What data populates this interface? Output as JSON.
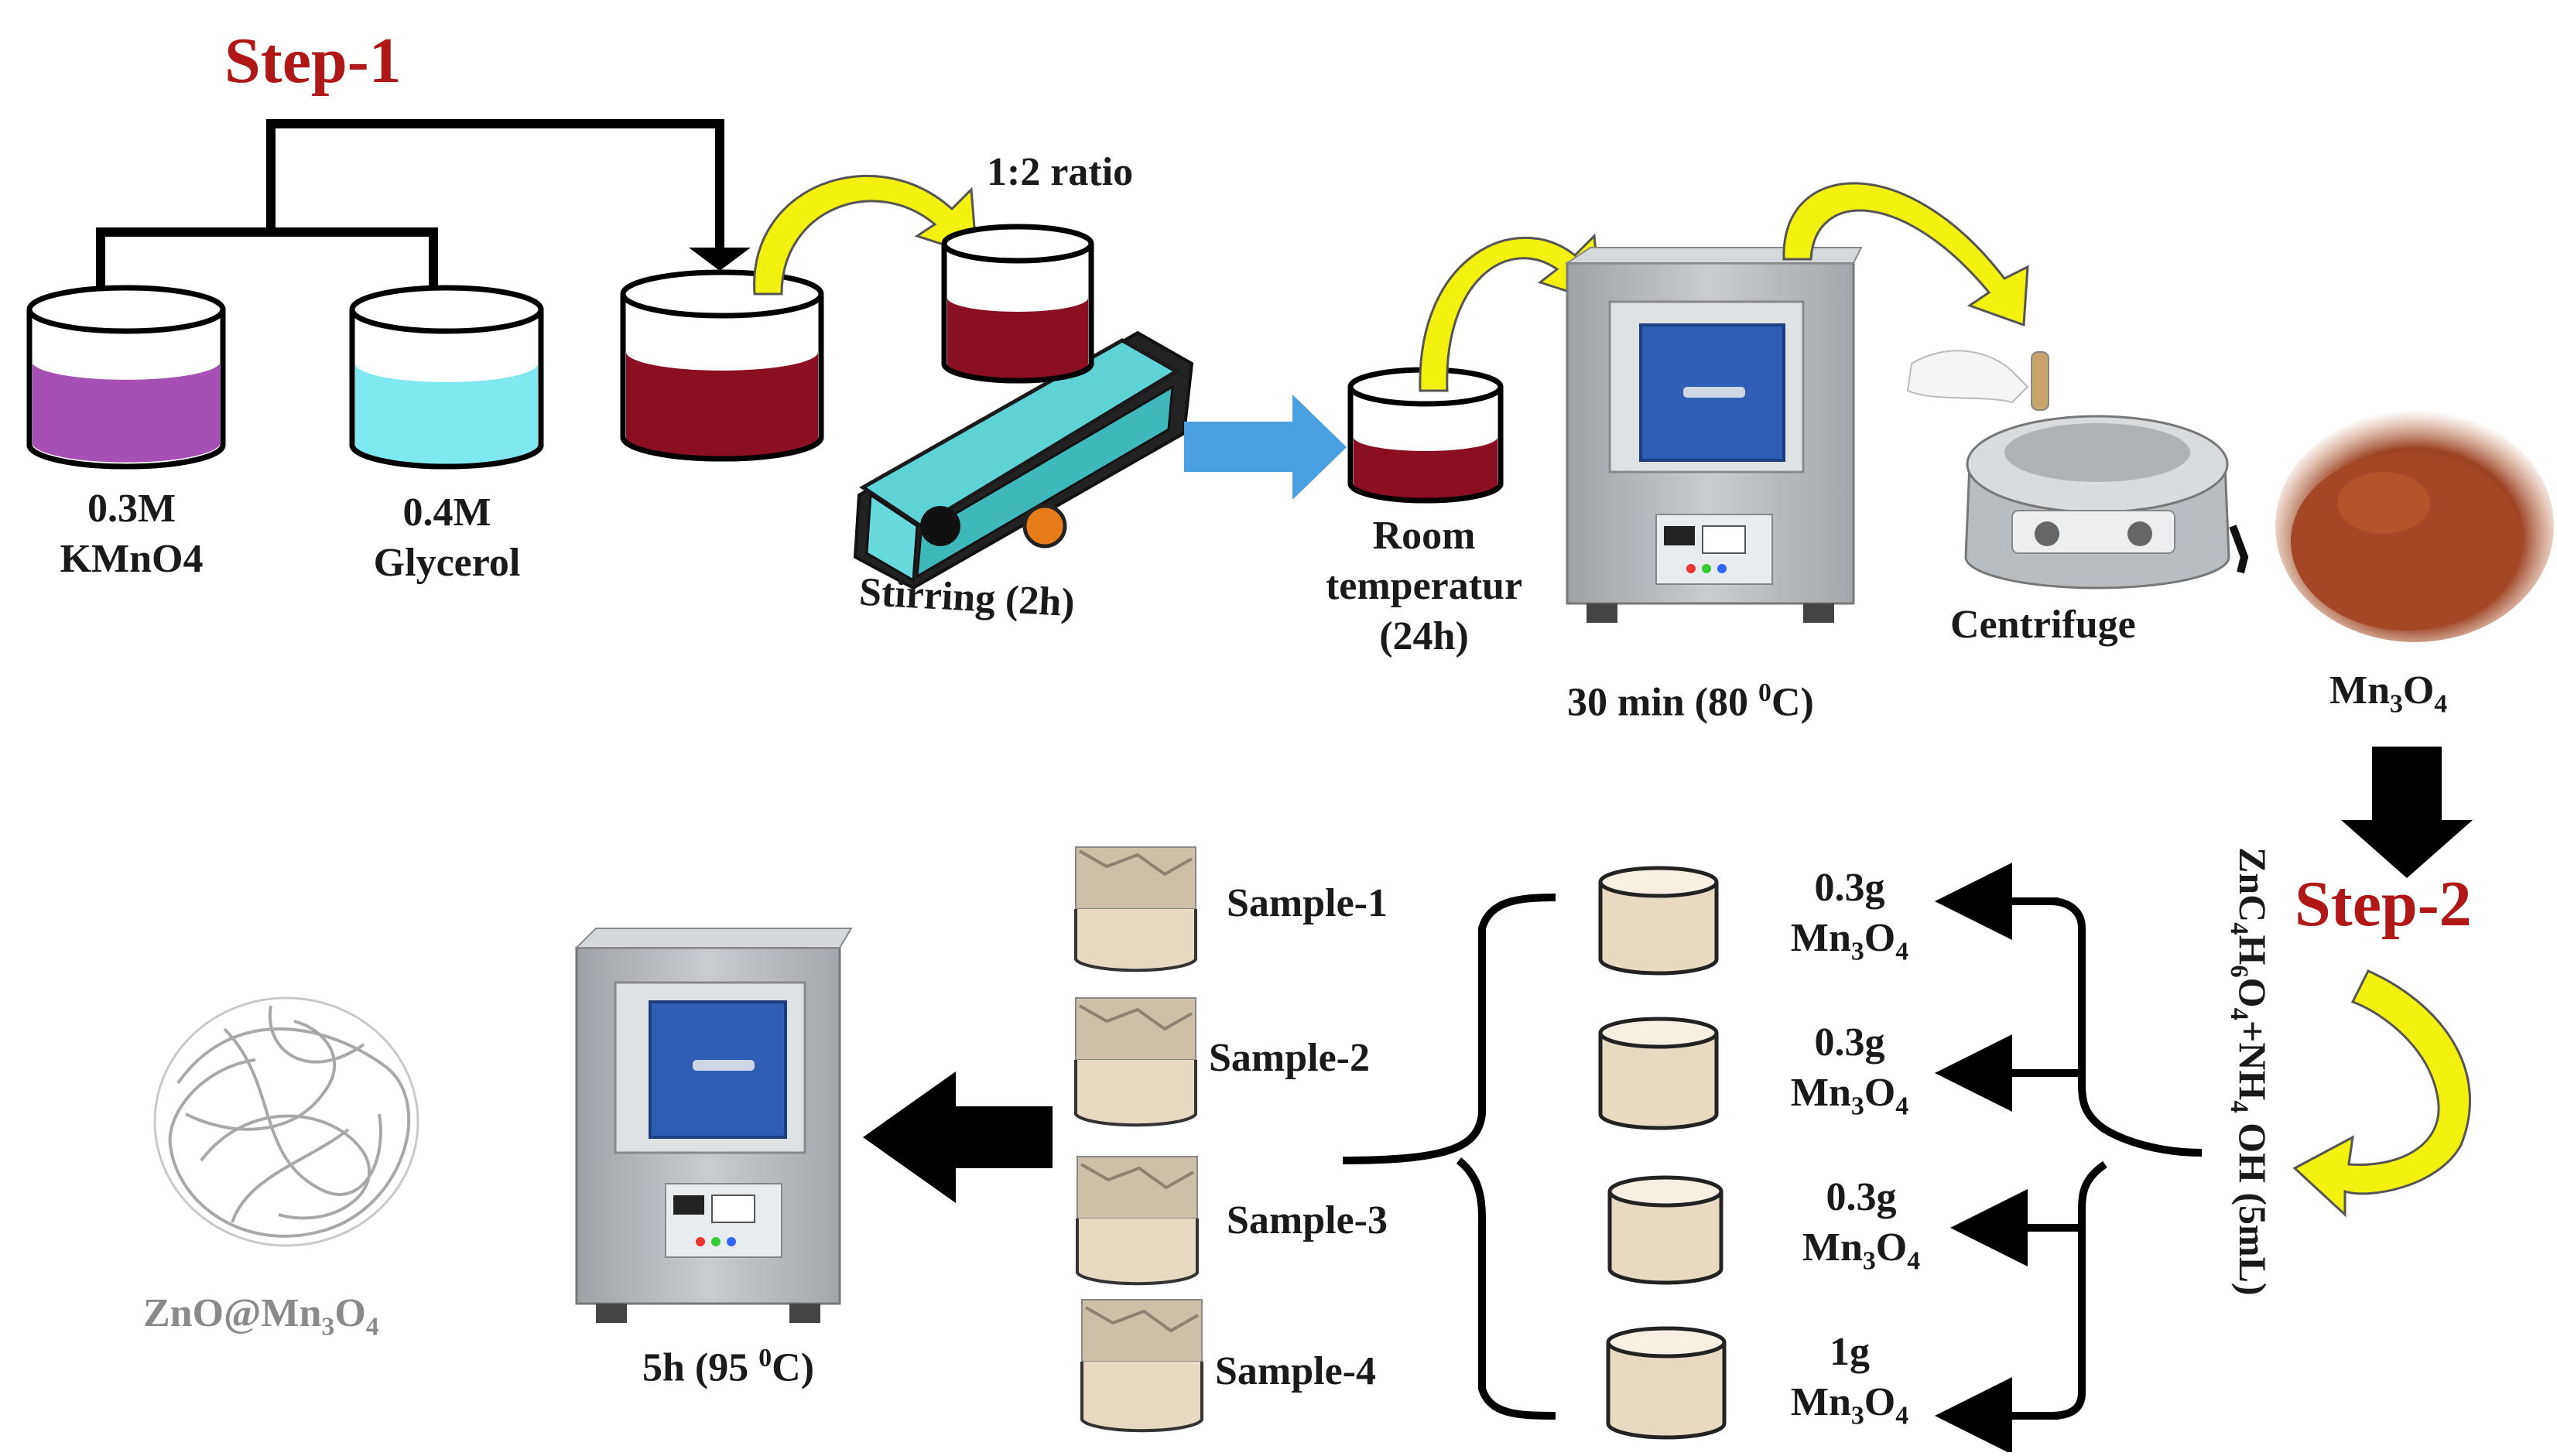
{
  "step1": "Step-1",
  "step2": "Step-2",
  "kmno4": {
    "line1": "0.3M",
    "line2": "KMnO4"
  },
  "glycerol": {
    "line1": "0.4M",
    "line2": "Glycerol"
  },
  "ratio": "1:2 ratio",
  "stirring": "Stirring (2h)",
  "room": {
    "line1": "Room",
    "line2": "temperatur",
    "line3": "(24h)"
  },
  "oven1": {
    "prefix": "30 min (80 ",
    "sup": "0",
    "suffix": "C)"
  },
  "centrifuge": "Centrifuge",
  "mn3o4_product": {
    "a": "Mn",
    "sub1": "3",
    "b": "O",
    "sub2": "4"
  },
  "reagent": {
    "a": "ZnC",
    "s1": "4",
    "b": "H",
    "s2": "6",
    "c": "O",
    "s3": "4",
    "d": "+NH",
    "s4": "4",
    "e": " OH (5mL)"
  },
  "samples": [
    "Sample-1",
    "Sample-2",
    "Sample-3",
    "Sample-4"
  ],
  "amounts": [
    {
      "mass": "0.3g",
      "a": "Mn",
      "s1": "3",
      "b": "O",
      "s2": "4"
    },
    {
      "mass": "0.3g",
      "a": "Mn",
      "s1": "3",
      "b": "O",
      "s2": "4"
    },
    {
      "mass": "0.3g",
      "a": "Mn",
      "s1": "3",
      "b": "O",
      "s2": "4"
    },
    {
      "mass": "1g",
      "a": "Mn",
      "s1": "3",
      "b": "O",
      "s2": "4"
    }
  ],
  "oven2": {
    "prefix": "5h (95 ",
    "sup": "0",
    "suffix": "C)"
  },
  "final": {
    "a": "ZnO@Mn",
    "s1": "3",
    "b": "O",
    "s2": "4"
  },
  "colors": {
    "step_red": "#b01818",
    "kmno4_purple": "#a64fb4",
    "glycerol_cyan": "#7fe8f0",
    "wine_red": "#8a0f22",
    "flow_arrow_yellow": "#f2f20e",
    "flow_arrow_blue": "#4a9fe0",
    "powder_brown": "#a04a26",
    "sample_beige": "#e8d9c2",
    "oven_gray": "#b9bdc2",
    "oven_door_blue": "#2e5fb4"
  }
}
